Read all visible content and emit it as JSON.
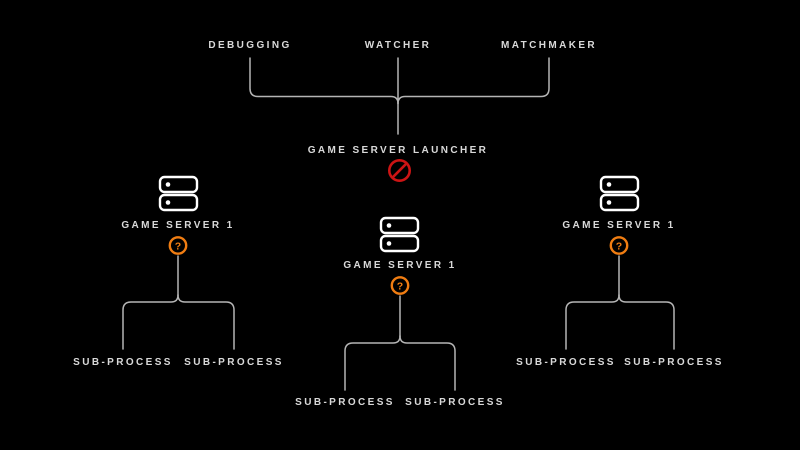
{
  "colors": {
    "background": "#000000",
    "line": "#b5b5b5",
    "text": "#d9d9d9",
    "white": "#ffffff",
    "orange": "#f07d12",
    "red": "#cc1414"
  },
  "icons": {
    "launcher_status": "prohibited-icon",
    "server_status": "question-icon",
    "server_node": "server-rack-icon"
  },
  "top_nodes": [
    {
      "label": "DEBUGGING"
    },
    {
      "label": "WATCHER"
    },
    {
      "label": "MATCHMAKER"
    }
  ],
  "launcher": {
    "label": "GAME SERVER LAUNCHER",
    "status": "prohibited"
  },
  "servers": [
    {
      "label": "GAME SERVER 1",
      "status": "unknown",
      "status_glyph": "?",
      "children": [
        {
          "label": "SUB-PROCESS"
        },
        {
          "label": "SUB-PROCESS"
        }
      ]
    },
    {
      "label": "GAME SERVER 1",
      "status": "unknown",
      "status_glyph": "?",
      "children": [
        {
          "label": "SUB-PROCESS"
        },
        {
          "label": "SUB-PROCESS"
        }
      ]
    },
    {
      "label": "GAME SERVER 1",
      "status": "unknown",
      "status_glyph": "?",
      "children": [
        {
          "label": "SUB-PROCESS"
        },
        {
          "label": "SUB-PROCESS"
        }
      ]
    }
  ]
}
